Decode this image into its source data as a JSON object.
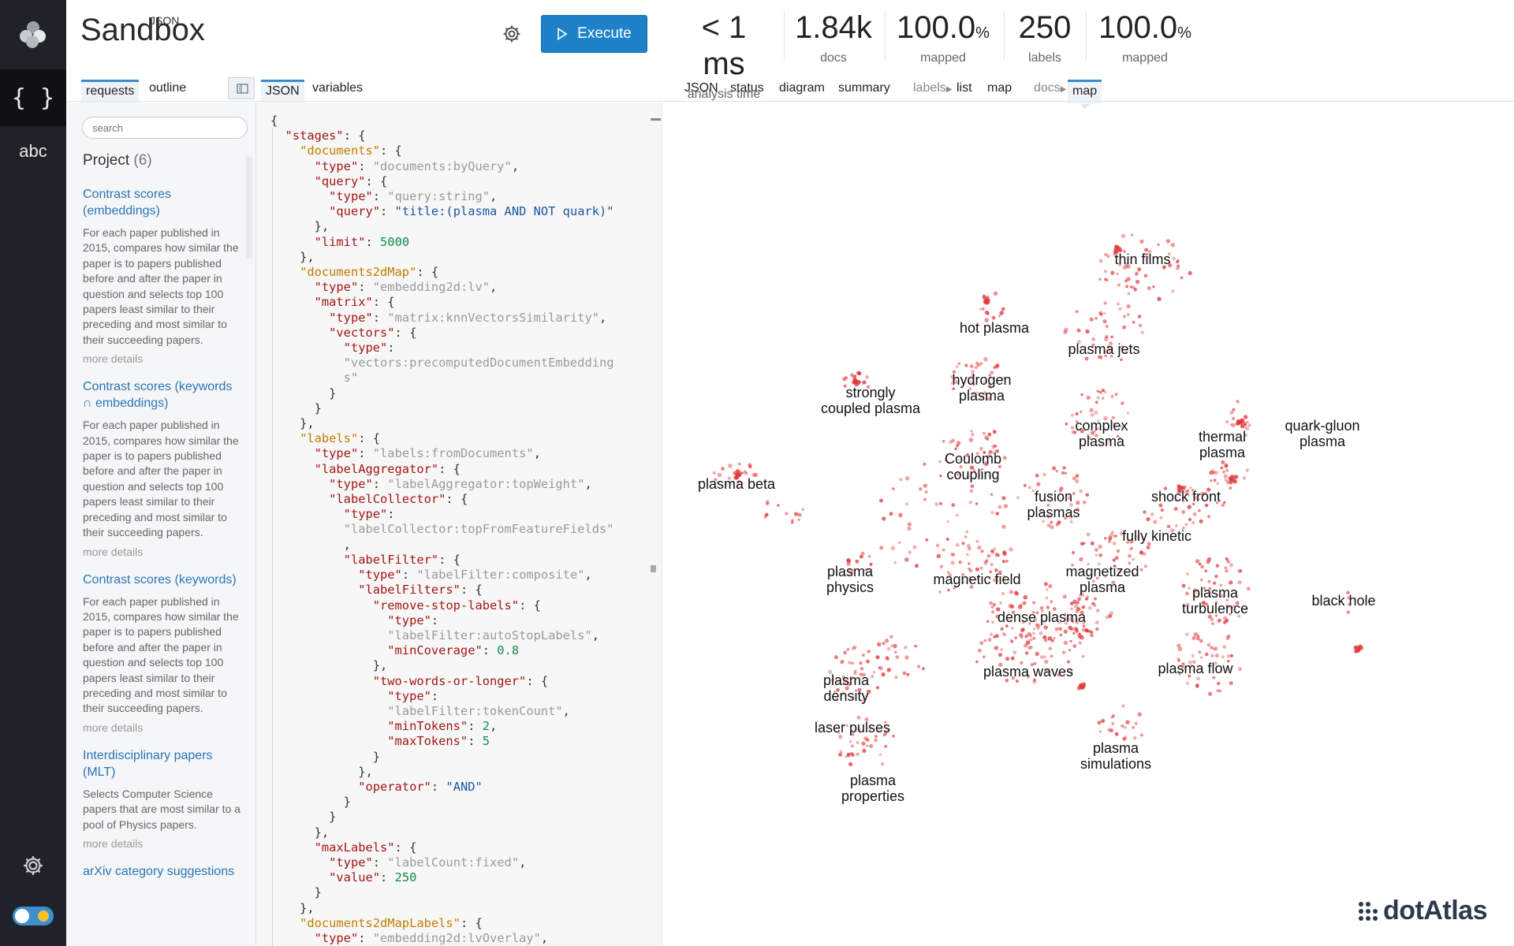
{
  "rail": {
    "json_label": "{ }",
    "abc_label": "abc"
  },
  "header": {
    "title": "Sandbox",
    "title_super": "JSON",
    "execute_label": "Execute"
  },
  "stats": [
    {
      "value": "< 1 ms",
      "unit": "",
      "label": "analysis time"
    },
    {
      "value": "1.84k",
      "unit": "",
      "label": "docs"
    },
    {
      "value": "100.0",
      "unit": "%",
      "label": "mapped"
    },
    {
      "value": "250",
      "unit": "",
      "label": "labels"
    },
    {
      "value": "100.0",
      "unit": "%",
      "label": "mapped"
    }
  ],
  "left_tabs": {
    "requests": "requests",
    "outline": "outline"
  },
  "editor_tabs": {
    "json": "JSON",
    "variables": "variables"
  },
  "result_tabs": {
    "json": "JSON",
    "status": "status",
    "diagram": "diagram",
    "summary": "summary",
    "labels_group": "labels",
    "list": "list",
    "map_labels": "map",
    "docs_group": "docs",
    "map_docs": "map"
  },
  "sidebar": {
    "search_placeholder": "search",
    "project_label": "Project",
    "project_count": "(6)",
    "items": [
      {
        "title": "Contrast scores (embeddings)",
        "desc": "For each paper published in 2015, compares how similar the paper is to papers published before and after the paper in question and selects top 100 papers least similar to their preceding and most similar to their succeeding papers.",
        "more": "more details"
      },
      {
        "title": "Contrast scores (keywords ∩ embeddings)",
        "desc": "For each paper published in 2015, compares how similar the paper is to papers published before and after the paper in question and selects top 100 papers least similar to their preceding and most similar to their succeeding papers.",
        "more": "more details"
      },
      {
        "title": "Contrast scores (keywords)",
        "desc": "For each paper published in 2015, compares how similar the paper is to papers published before and after the paper in question and selects top 100 papers least similar to their preceding and most similar to their succeeding papers.",
        "more": "more details"
      },
      {
        "title": "Interdisciplinary papers (MLT)",
        "desc": "Selects Computer Science papers that are most similar to a pool of Physics papers.",
        "more": "more details"
      },
      {
        "title": "arXiv category suggestions",
        "desc": "",
        "more": ""
      }
    ]
  },
  "code_lines": [
    [
      [
        "p",
        "{"
      ]
    ],
    [
      [
        "p",
        "  "
      ],
      [
        "k",
        "\"stages\""
      ],
      [
        "p",
        ": {"
      ]
    ],
    [
      [
        "p",
        "    "
      ],
      [
        "k2",
        "\"documents\""
      ],
      [
        "p",
        ": {"
      ]
    ],
    [
      [
        "p",
        "      "
      ],
      [
        "k",
        "\"type\""
      ],
      [
        "p",
        ": "
      ],
      [
        "s",
        "\"documents:byQuery\""
      ],
      [
        "p",
        ","
      ]
    ],
    [
      [
        "p",
        "      "
      ],
      [
        "k",
        "\"query\""
      ],
      [
        "p",
        ": {"
      ]
    ],
    [
      [
        "p",
        "        "
      ],
      [
        "k",
        "\"type\""
      ],
      [
        "p",
        ": "
      ],
      [
        "s",
        "\"query:string\""
      ],
      [
        "p",
        ","
      ]
    ],
    [
      [
        "p",
        "        "
      ],
      [
        "k",
        "\"query\""
      ],
      [
        "p",
        ": "
      ],
      [
        "sq",
        "\"title:(plasma AND NOT quark)\""
      ]
    ],
    [
      [
        "p",
        "      },"
      ]
    ],
    [
      [
        "p",
        "      "
      ],
      [
        "k",
        "\"limit\""
      ],
      [
        "p",
        ": "
      ],
      [
        "n",
        "5000"
      ]
    ],
    [
      [
        "p",
        "    },"
      ]
    ],
    [
      [
        "p",
        "    "
      ],
      [
        "k2",
        "\"documents2dMap\""
      ],
      [
        "p",
        ": {"
      ]
    ],
    [
      [
        "p",
        "      "
      ],
      [
        "k",
        "\"type\""
      ],
      [
        "p",
        ": "
      ],
      [
        "s",
        "\"embedding2d:lv\""
      ],
      [
        "p",
        ","
      ]
    ],
    [
      [
        "p",
        "      "
      ],
      [
        "k",
        "\"matrix\""
      ],
      [
        "p",
        ": {"
      ]
    ],
    [
      [
        "p",
        "        "
      ],
      [
        "k",
        "\"type\""
      ],
      [
        "p",
        ": "
      ],
      [
        "s",
        "\"matrix:knnVectorsSimilarity\""
      ],
      [
        "p",
        ","
      ]
    ],
    [
      [
        "p",
        "        "
      ],
      [
        "k",
        "\"vectors\""
      ],
      [
        "p",
        ": {"
      ]
    ],
    [
      [
        "p",
        "          "
      ],
      [
        "k",
        "\"type\""
      ],
      [
        "p",
        ":"
      ]
    ],
    [
      [
        "p",
        "          "
      ],
      [
        "s",
        "\"vectors:precomputedDocumentEmbedding"
      ]
    ],
    [
      [
        "p",
        "          "
      ],
      [
        "s",
        "s\""
      ]
    ],
    [
      [
        "p",
        "        }"
      ]
    ],
    [
      [
        "p",
        "      }"
      ]
    ],
    [
      [
        "p",
        "    },"
      ]
    ],
    [
      [
        "p",
        "    "
      ],
      [
        "k2",
        "\"labels\""
      ],
      [
        "p",
        ": {"
      ]
    ],
    [
      [
        "p",
        "      "
      ],
      [
        "k",
        "\"type\""
      ],
      [
        "p",
        ": "
      ],
      [
        "s",
        "\"labels:fromDocuments\""
      ],
      [
        "p",
        ","
      ]
    ],
    [
      [
        "p",
        "      "
      ],
      [
        "k",
        "\"labelAggregator\""
      ],
      [
        "p",
        ": {"
      ]
    ],
    [
      [
        "p",
        "        "
      ],
      [
        "k",
        "\"type\""
      ],
      [
        "p",
        ": "
      ],
      [
        "s",
        "\"labelAggregator:topWeight\""
      ],
      [
        "p",
        ","
      ]
    ],
    [
      [
        "p",
        "        "
      ],
      [
        "k",
        "\"labelCollector\""
      ],
      [
        "p",
        ": {"
      ]
    ],
    [
      [
        "p",
        "          "
      ],
      [
        "k",
        "\"type\""
      ],
      [
        "p",
        ":"
      ]
    ],
    [
      [
        "p",
        "          "
      ],
      [
        "s",
        "\"labelCollector:topFromFeatureFields\""
      ]
    ],
    [
      [
        "p",
        "          ,"
      ]
    ],
    [
      [
        "p",
        "          "
      ],
      [
        "k",
        "\"labelFilter\""
      ],
      [
        "p",
        ": {"
      ]
    ],
    [
      [
        "p",
        "            "
      ],
      [
        "k",
        "\"type\""
      ],
      [
        "p",
        ": "
      ],
      [
        "s",
        "\"labelFilter:composite\""
      ],
      [
        "p",
        ","
      ]
    ],
    [
      [
        "p",
        "            "
      ],
      [
        "k",
        "\"labelFilters\""
      ],
      [
        "p",
        ": {"
      ]
    ],
    [
      [
        "p",
        "              "
      ],
      [
        "k",
        "\"remove-stop-labels\""
      ],
      [
        "p",
        ": {"
      ]
    ],
    [
      [
        "p",
        "                "
      ],
      [
        "k",
        "\"type\""
      ],
      [
        "p",
        ":"
      ]
    ],
    [
      [
        "p",
        "                "
      ],
      [
        "s",
        "\"labelFilter:autoStopLabels\""
      ],
      [
        "p",
        ","
      ]
    ],
    [
      [
        "p",
        "                "
      ],
      [
        "k",
        "\"minCoverage\""
      ],
      [
        "p",
        ": "
      ],
      [
        "n",
        "0.8"
      ]
    ],
    [
      [
        "p",
        "              },"
      ]
    ],
    [
      [
        "p",
        "              "
      ],
      [
        "k",
        "\"two-words-or-longer\""
      ],
      [
        "p",
        ": {"
      ]
    ],
    [
      [
        "p",
        "                "
      ],
      [
        "k",
        "\"type\""
      ],
      [
        "p",
        ":"
      ]
    ],
    [
      [
        "p",
        "                "
      ],
      [
        "s",
        "\"labelFilter:tokenCount\""
      ],
      [
        "p",
        ","
      ]
    ],
    [
      [
        "p",
        "                "
      ],
      [
        "k",
        "\"minTokens\""
      ],
      [
        "p",
        ": "
      ],
      [
        "n",
        "2"
      ],
      [
        "p",
        ","
      ]
    ],
    [
      [
        "p",
        "                "
      ],
      [
        "k",
        "\"maxTokens\""
      ],
      [
        "p",
        ": "
      ],
      [
        "n",
        "5"
      ]
    ],
    [
      [
        "p",
        "              }"
      ]
    ],
    [
      [
        "p",
        "            },"
      ]
    ],
    [
      [
        "p",
        "            "
      ],
      [
        "k",
        "\"operator\""
      ],
      [
        "p",
        ": "
      ],
      [
        "sq",
        "\"AND\""
      ]
    ],
    [
      [
        "p",
        "          }"
      ]
    ],
    [
      [
        "p",
        "        }"
      ]
    ],
    [
      [
        "p",
        "      },"
      ]
    ],
    [
      [
        "p",
        "      "
      ],
      [
        "k",
        "\"maxLabels\""
      ],
      [
        "p",
        ": {"
      ]
    ],
    [
      [
        "p",
        "        "
      ],
      [
        "k",
        "\"type\""
      ],
      [
        "p",
        ": "
      ],
      [
        "s",
        "\"labelCount:fixed\""
      ],
      [
        "p",
        ","
      ]
    ],
    [
      [
        "p",
        "        "
      ],
      [
        "k",
        "\"value\""
      ],
      [
        "p",
        ": "
      ],
      [
        "n",
        "250"
      ]
    ],
    [
      [
        "p",
        "      }"
      ]
    ],
    [
      [
        "p",
        "    },"
      ]
    ],
    [
      [
        "p",
        "    "
      ],
      [
        "k2",
        "\"documents2dMapLabels\""
      ],
      [
        "p",
        ": {"
      ]
    ],
    [
      [
        "p",
        "      "
      ],
      [
        "k",
        "\"type\""
      ],
      [
        "p",
        ": "
      ],
      [
        "s",
        "\"embedding2d:lvOverlay\""
      ],
      [
        "p",
        ","
      ]
    ]
  ],
  "map_labels": [
    "thin films",
    "hot plasma",
    "plasma jets",
    "hydrogen\nplasma",
    "strongly\ncoupled plasma",
    "complex\nplasma",
    "quark-gluon\nplasma",
    "thermal\nplasma",
    "Coulomb\ncoupling",
    "plasma beta",
    "fusion\nplasmas",
    "shock front",
    "fully kinetic",
    "plasma\nphysics",
    "magnetic field",
    "magnetized\nplasma",
    "plasma\nturbulence",
    "black hole",
    "dense plasma",
    "plasma\ndensity",
    "plasma waves",
    "plasma flow",
    "laser pulses",
    "plasma\nsimulations",
    "plasma\nproperties"
  ],
  "brand": "dotAtlas",
  "colors": {
    "accent": "#1f82c9",
    "rail": "#1f2329",
    "dot": "#e03a3e",
    "link": "#2a75b8"
  }
}
